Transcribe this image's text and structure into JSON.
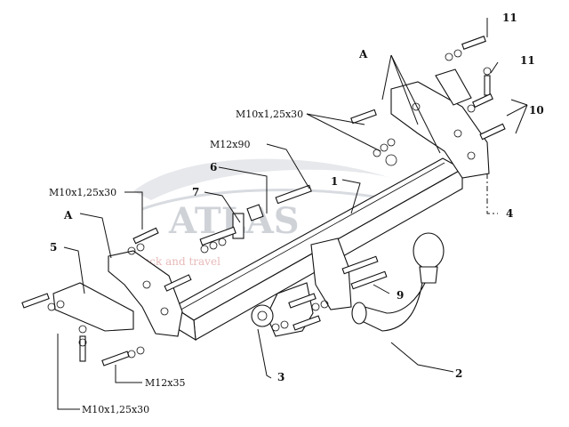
{
  "callouts": {
    "c11a": "11",
    "c11b": "11",
    "c10": "10",
    "cA_top": "A",
    "cA_left": "A",
    "c1": "1",
    "c2": "2",
    "c3": "3",
    "c4": "4",
    "c5": "5",
    "c6": "6",
    "c7": "7",
    "c9": "9"
  },
  "bolts": {
    "m10_top": "M10x1,25x30",
    "m12x90": "M12x90",
    "m10_left": "M10x1,25x30",
    "m12x35": "M12x35",
    "m10_bottom": "M10x1,25x30"
  },
  "watermark": {
    "brand": "ATLAS",
    "tagline": "truck and travel"
  }
}
